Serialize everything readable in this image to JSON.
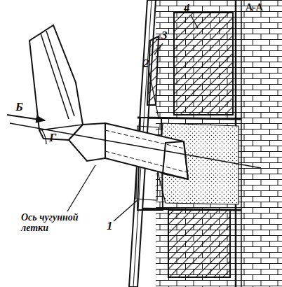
{
  "diagram": {
    "labels": [
      "А-А",
      "Б",
      "Г",
      "1",
      "2",
      "3",
      "4",
      "Ось чугунной летки"
    ]
  }
}
